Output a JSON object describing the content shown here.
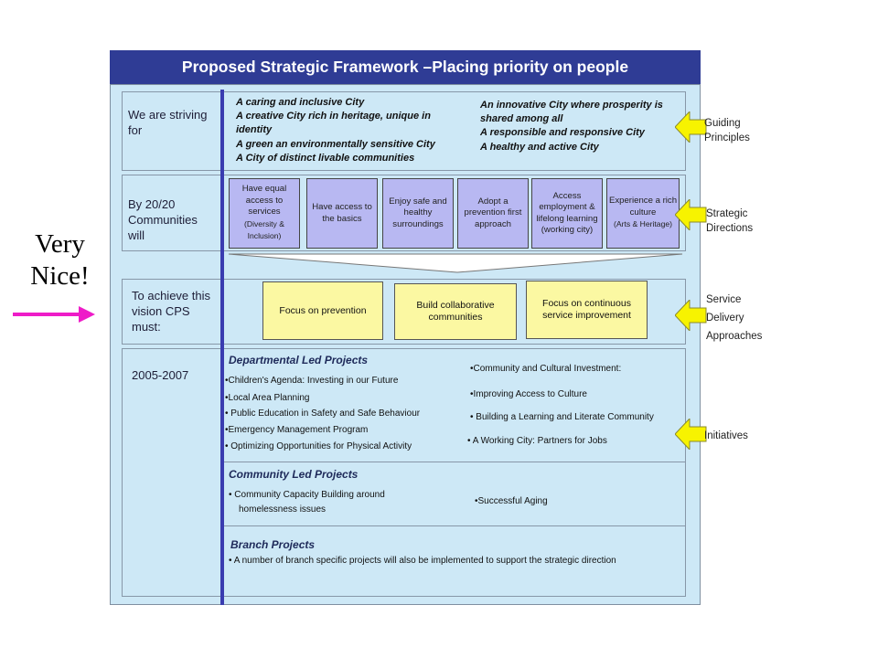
{
  "title": "Proposed Strategic Framework –Placing priority on people",
  "callout": {
    "line1": "Very",
    "line2": "Nice!",
    "arrow_color": "#ee1cc8"
  },
  "rows": {
    "striving": {
      "label": "We are striving for",
      "left": [
        "A caring and inclusive City",
        "A creative City rich in heritage, unique in identity",
        "A green an environmentally sensitive City",
        "A City of distinct livable communities"
      ],
      "right": [
        "An innovative City where prosperity is shared among all",
        "A responsible and responsive City",
        "A healthy and active City"
      ]
    },
    "communities": {
      "label": "By 20/20 Communities will",
      "boxes": [
        {
          "main": "Have equal access to services",
          "sub": "(Diversity & Inclusion)"
        },
        {
          "main": "Have access to the basics",
          "sub": ""
        },
        {
          "main": "Enjoy safe and healthy surroundings",
          "sub": ""
        },
        {
          "main": "Adopt a prevention first approach",
          "sub": ""
        },
        {
          "main": "Access employment & lifelong learning",
          "sub": "(working city)"
        },
        {
          "main": "Experience a rich culture",
          "sub": "(Arts & Heritage)"
        }
      ]
    },
    "vision": {
      "label": "To achieve this vision CPS must:",
      "boxes": [
        "Focus on prevention",
        "Build collaborative communities",
        "Focus on continuous service improvement"
      ]
    },
    "projects": {
      "label": "2005-2007",
      "departmental": {
        "heading": "Departmental Led Projects",
        "left": [
          "•Children's Agenda:  Investing in our Future",
          "•Local Area Planning",
          "• Public Education in Safety and Safe Behaviour",
          "•Emergency Management Program",
          "•  Optimizing Opportunities for Physical Activity"
        ],
        "right": [
          "•Community and Cultural Investment:",
          "•Improving Access to Culture",
          "• Building a Learning and Literate Community",
          "•  A Working City: Partners for Jobs"
        ]
      },
      "community": {
        "heading": "Community Led Projects",
        "left": [
          "•  Community Capacity Building around",
          "homelessness issues"
        ],
        "right": [
          "•Successful Aging"
        ]
      },
      "branch": {
        "heading": "Branch Projects",
        "text": "•  A number of branch specific projects will also be implemented to support the strategic direction"
      }
    }
  },
  "side_labels": [
    "Guiding Principles",
    "Strategic Directions",
    "Service Delivery Approaches",
    "Initiatives"
  ],
  "colors": {
    "title_bar": "#2f3c95",
    "panel": "#cde8f6",
    "direction_box": "#b8b8f2",
    "approach_box": "#fbf8a2",
    "side_arrow": "#f7f300",
    "vertical_line": "#3a3cb0"
  }
}
